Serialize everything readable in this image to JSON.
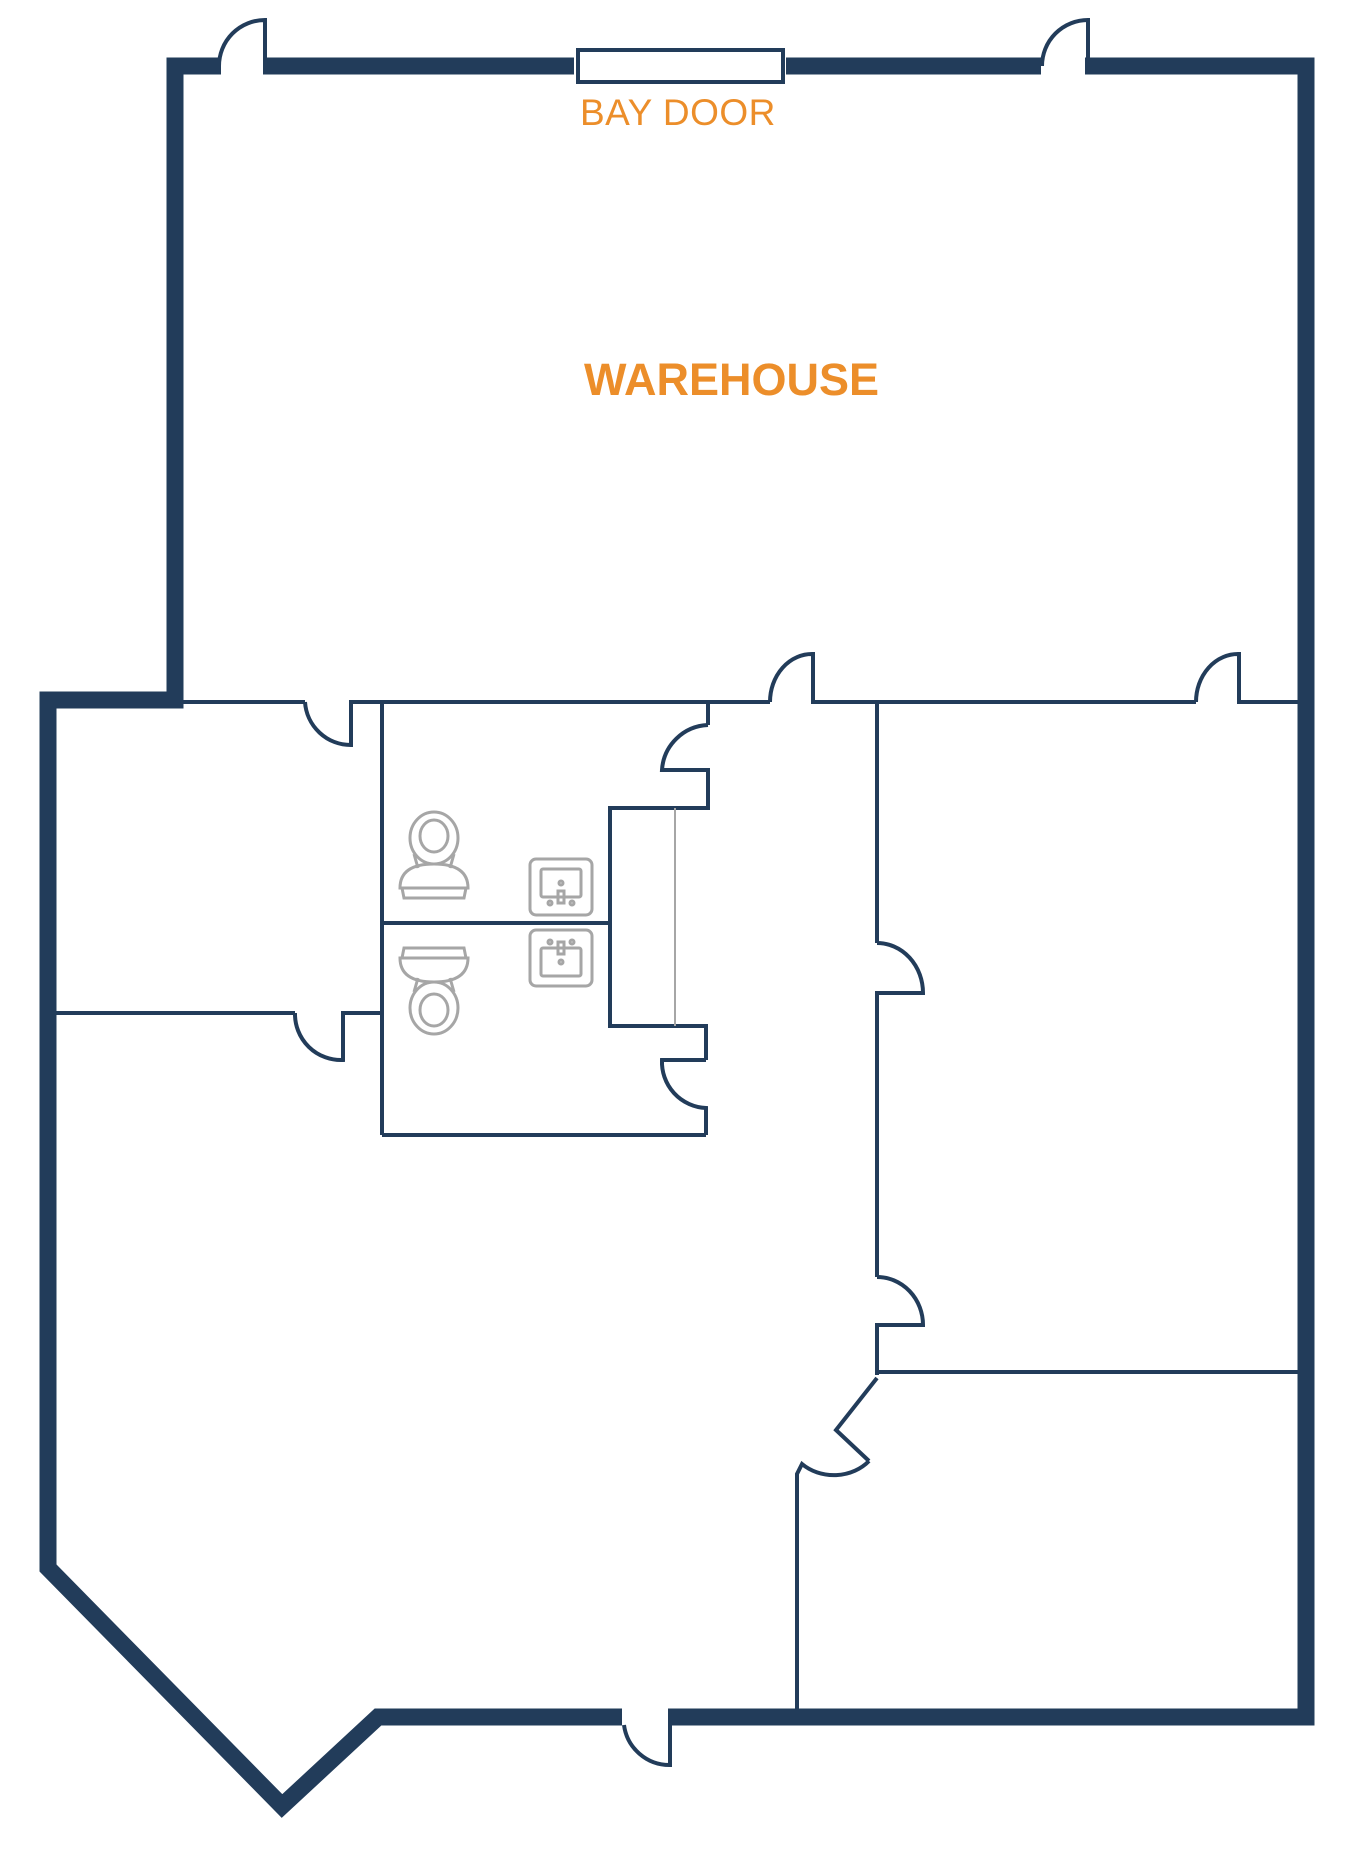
{
  "floorplan": {
    "labels": {
      "bay_door": "BAY DOOR",
      "warehouse": "WAREHOUSE"
    },
    "colors": {
      "wall": "#223c5a",
      "label": "#ec8e2a",
      "fixture": "#a6a6a6",
      "background": "#ffffff"
    },
    "rooms": [
      {
        "id": "warehouse",
        "label": "WAREHOUSE"
      },
      {
        "id": "office-left-top"
      },
      {
        "id": "restroom-1"
      },
      {
        "id": "restroom-2"
      },
      {
        "id": "hallway"
      },
      {
        "id": "office-right"
      },
      {
        "id": "office-bottom-right"
      },
      {
        "id": "open-area-bottom-left"
      }
    ],
    "fixtures": [
      "toilet",
      "toilet",
      "sink",
      "sink"
    ]
  }
}
